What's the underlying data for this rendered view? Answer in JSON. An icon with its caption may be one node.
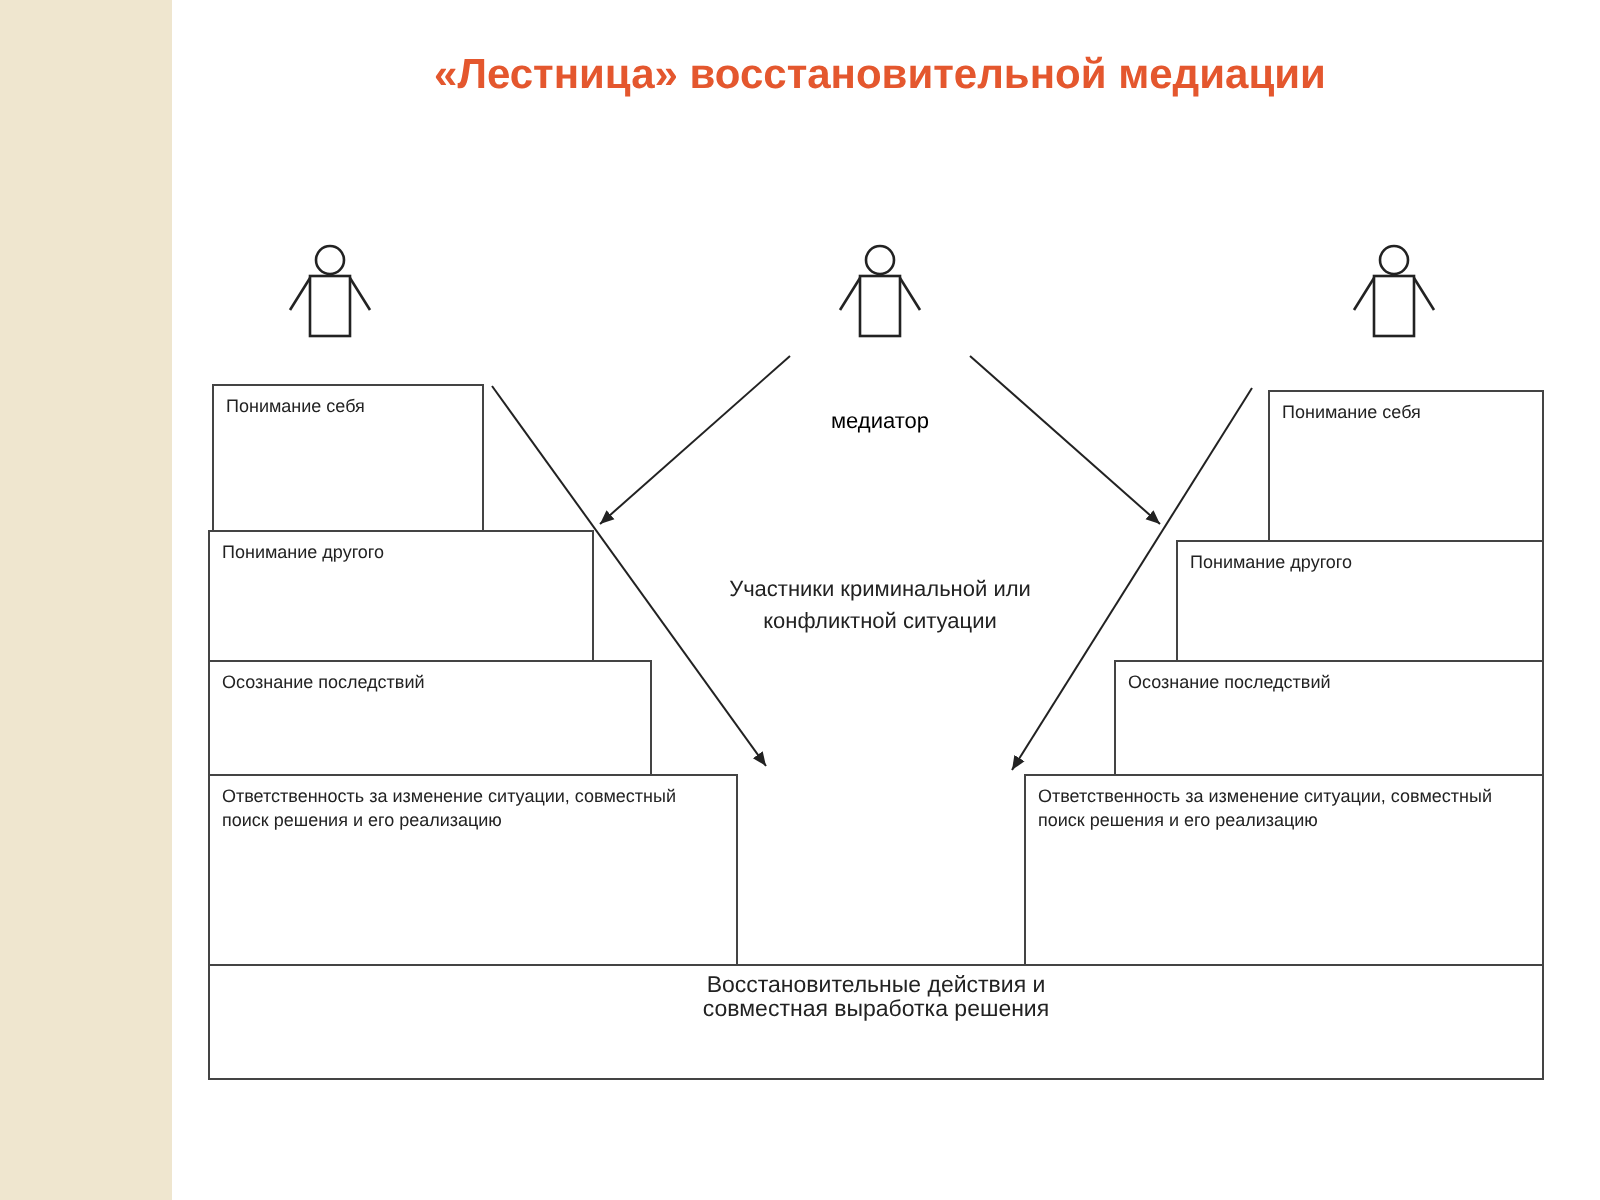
{
  "diagram": {
    "title": "«Лестница» восстановительной медиации",
    "nodes": [
      {
        "text": [],
        "shape": "person"
      },
      {
        "text": [],
        "shape": "person",
        "beside": [
          "медиатор"
        ]
      },
      {
        "text": [],
        "shape": "person"
      },
      {
        "text": [
          "Понимание себя"
        ]
      },
      {
        "text": [
          "Понимание другого"
        ]
      },
      {
        "text": [
          "Осознание последствий"
        ]
      },
      {
        "text": [
          "Ответственность за изменение ситуации, совместный поиск решения и его реализацию"
        ]
      },
      {
        "text": [
          "Понимание себя"
        ]
      },
      {
        "text": [
          "Понимание другого"
        ]
      },
      {
        "text": [
          "Осознание последствий"
        ]
      },
      {
        "text": [
          "Ответственность за изменение ситуации, совместный поиск решения и его реализацию"
        ]
      },
      {
        "text": [
          "Восстановительные действия и совместная выработка решения"
        ]
      }
    ],
    "edges": [
      {
        "from": 1,
        "to": 4,
        "arrow": "to"
      },
      {
        "from": 1,
        "to": 8,
        "arrow": "to"
      },
      {
        "from": 3,
        "to": 6,
        "arrow": "to"
      },
      {
        "from": 7,
        "to": 10,
        "arrow": "to"
      }
    ],
    "labels": [
      "Участники криминальной или конфликтной ситуации"
    ]
  }
}
